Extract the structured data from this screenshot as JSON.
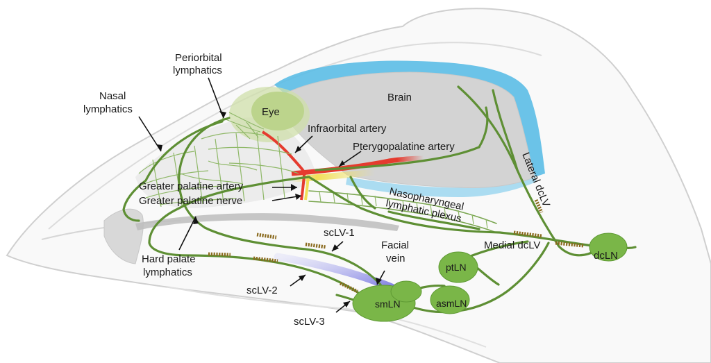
{
  "labels": {
    "brain": "Brain",
    "eye": "Eye",
    "periorbital": [
      "Periorbital",
      "lymphatics"
    ],
    "nasal": [
      "Nasal",
      "lymphatics"
    ],
    "infraorbital": "Infraorbital artery",
    "pterygopalatine": "Pterygopalatine artery",
    "greater_palatine_artery": "Greater palatine artery",
    "greater_palatine_nerve": "Greater palatine nerve",
    "nasopharyngeal": [
      "Nasopharyngeal",
      "lymphatic plexus"
    ],
    "lateral_dclv": "Lateral dcLV",
    "medial_dclv": "Medial dcLV",
    "dcln": "dcLN",
    "hard_palate": [
      "Hard palate",
      "lymphatics"
    ],
    "sclv1": "scLV-1",
    "sclv2": "scLV-2",
    "sclv3": "scLV-3",
    "facial_vein": [
      "Facial",
      "vein"
    ],
    "ptln": "ptLN",
    "smln": "smLN",
    "asmln": "asmLN"
  },
  "colors": {
    "lymphatic": "#5e8f34",
    "lymph_node": "#7ab648",
    "valve": "#8a6a1e",
    "brain": "#d3d3d3",
    "csf": "#5bbce6",
    "eye": "#bcd48c",
    "artery": "#e53b2f",
    "nerve": "#f1df57",
    "facial_vein": "#8f8fe6"
  }
}
